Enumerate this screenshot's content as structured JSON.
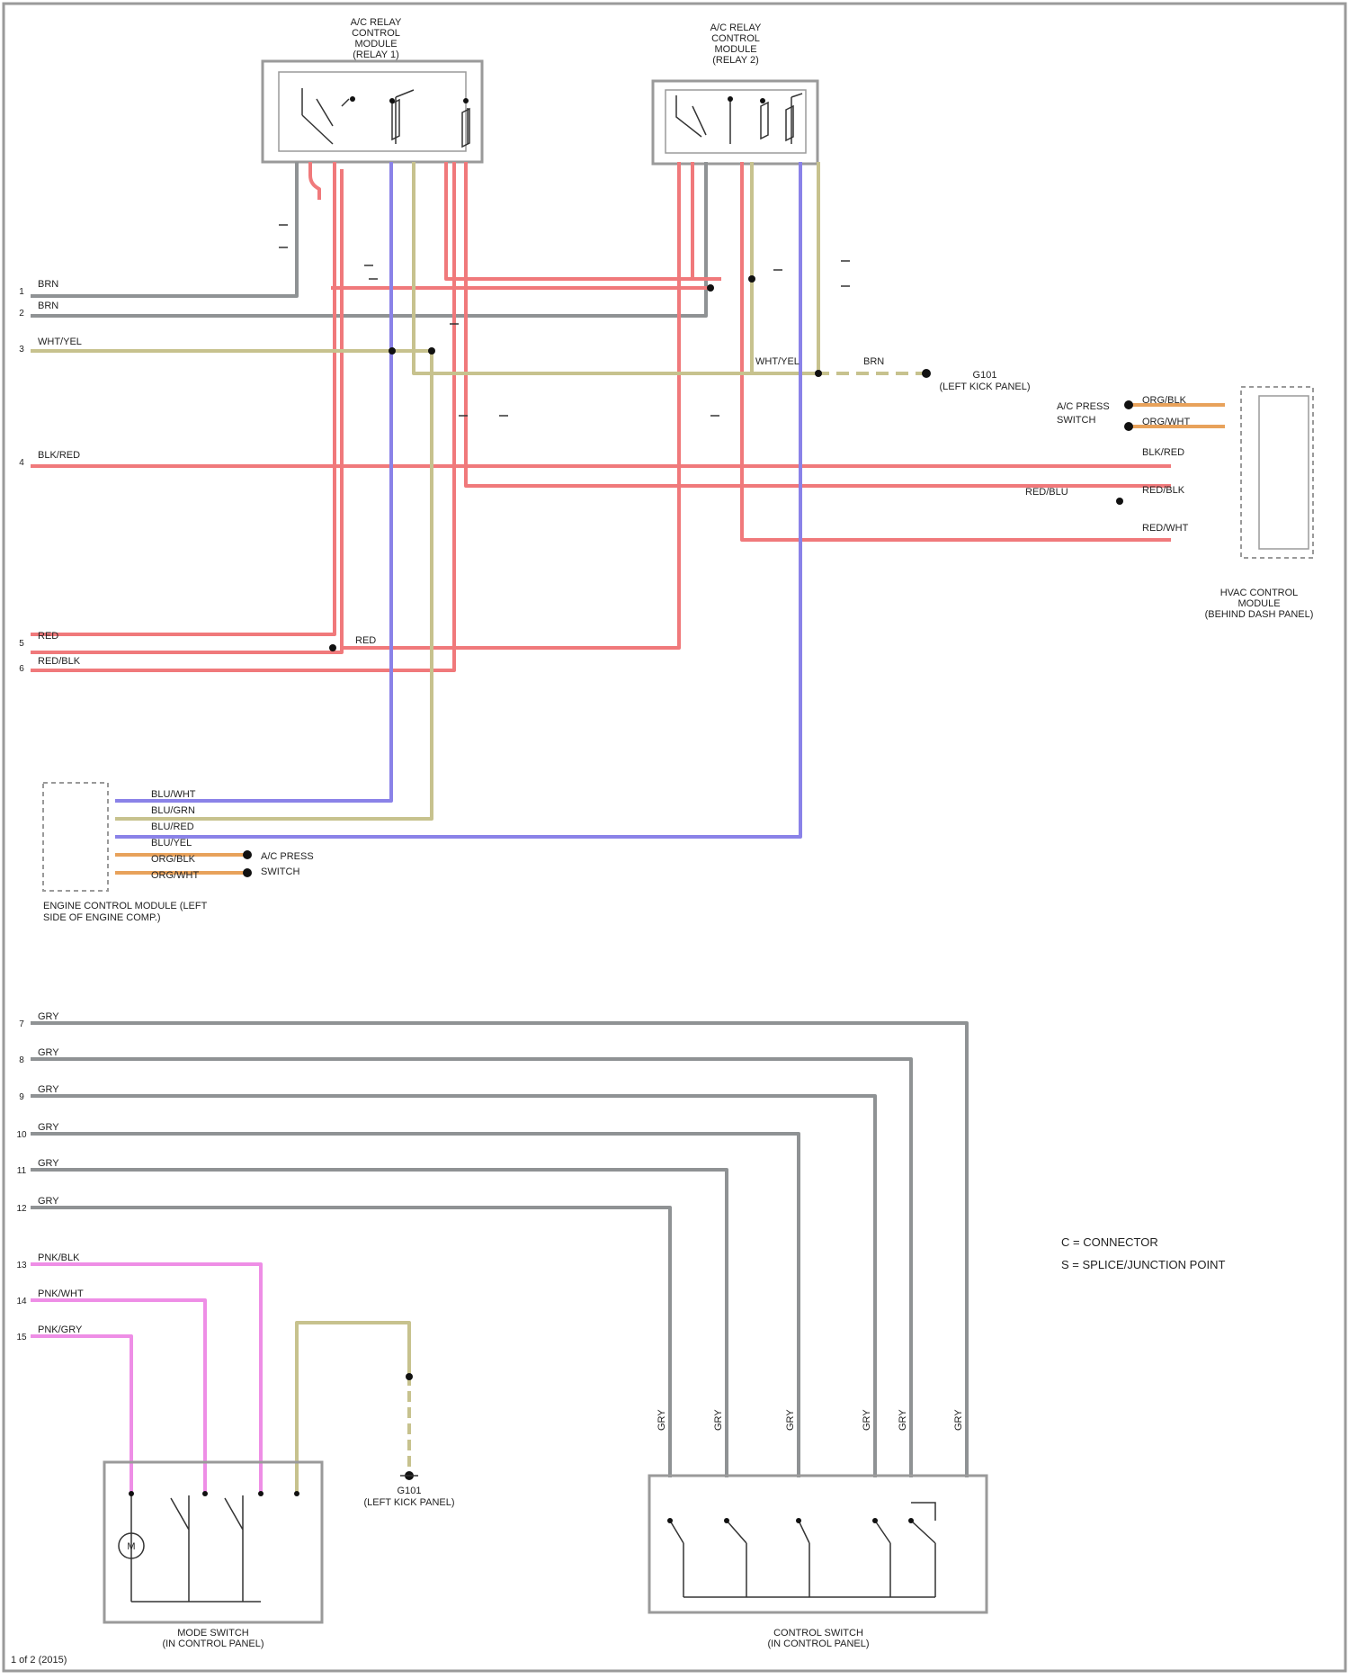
{
  "diagram": {
    "components": {
      "relay_1": {
        "lines": [
          "A/C RELAY",
          "CONTROL",
          "MODULE",
          "(RELAY 1)"
        ]
      },
      "relay_2": {
        "lines": [
          "A/C RELAY",
          "CONTROL",
          "MODULE",
          "(RELAY 2)"
        ]
      },
      "hvac_module": {
        "lines": [
          "HVAC CONTROL",
          "MODULE",
          "(BEHIND DASH PANEL)"
        ]
      },
      "engine_module": {
        "lines": [
          "ENGINE CONTROL MODULE (LEFT",
          "SIDE OF ENGINE COMP.)"
        ]
      },
      "mode_switch": {
        "lines": [
          "MODE SWITCH",
          "(IN CONTROL PANEL)"
        ]
      },
      "control_switch": {
        "lines": [
          "CONTROL SWITCH",
          "(IN CONTROL PANEL)"
        ]
      }
    },
    "ground_labels": {
      "g1": {
        "lines": [
          "G101",
          "(LEFT KICK PANEL)"
        ]
      },
      "g2": {
        "lines": [
          "G101",
          "(LEFT KICK PANEL)"
        ]
      }
    },
    "side_labels": {
      "hvac_side": [
        "A/C PRESS",
        "SWITCH"
      ],
      "ecm_side": [
        "A/C PRESS",
        "SWITCH"
      ]
    },
    "left_terminals_top": [
      {
        "n": "1",
        "wire": "BRN"
      },
      {
        "n": "2",
        "wire": "BRN"
      },
      {
        "n": "3",
        "wire": "WHT/YEL"
      },
      {
        "n": "4",
        "wire": "BLK/RED"
      },
      {
        "n": "5",
        "wire": "RED"
      },
      {
        "n": "6",
        "wire": "RED/BLK"
      }
    ],
    "left_terminals_bottom": [
      {
        "n": "7",
        "wire": "GRY"
      },
      {
        "n": "8",
        "wire": "GRY"
      },
      {
        "n": "9",
        "wire": "GRY"
      },
      {
        "n": "10",
        "wire": "GRY"
      },
      {
        "n": "11",
        "wire": "GRY"
      },
      {
        "n": "12",
        "wire": "GRY"
      },
      {
        "n": "13",
        "wire": "PNK/BLK"
      },
      {
        "n": "14",
        "wire": "PNK/WHT"
      },
      {
        "n": "15",
        "wire": "PNK/GRY"
      }
    ],
    "ecm_pins": [
      "BLU/WHT",
      "BLU/GRN",
      "BLU/RED",
      "BLU/YEL",
      "ORG/BLK",
      "ORG/WHT"
    ],
    "hvac_pins": [
      "ORG/BLK",
      "ORG/WHT",
      "BLK/RED",
      "RED/BLK",
      "RED/WHT"
    ],
    "misc_labels": {
      "brn_trace": "BRN",
      "red_trace": "RED",
      "red_blk_trace": "RED/BLU",
      "wht_yel": "WHT/YEL"
    },
    "legend": {
      "line1": "C = CONNECTOR",
      "line2": "S = SPLICE/JUNCTION POINT"
    },
    "footer": "1 of 2 (2015)",
    "colors": {
      "red": "#f0797b",
      "gray": "#8f9294",
      "blue": "#8a82e8",
      "olive": "#c7c28e",
      "pink": "#ee8ee6",
      "orange": "#e8a25b"
    }
  }
}
